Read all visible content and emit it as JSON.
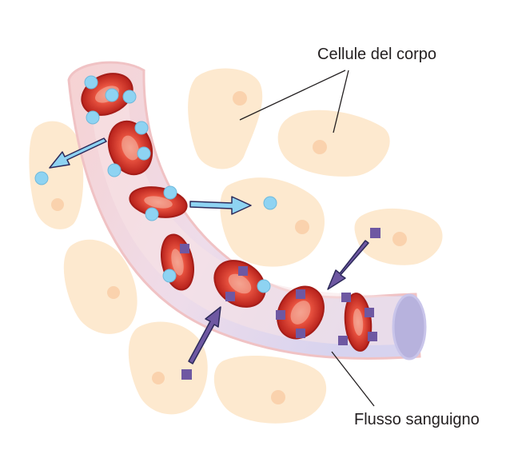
{
  "labels": {
    "body_cells": "Cellule del corpo",
    "blood_flow": "Flusso sanguigno"
  },
  "colors": {
    "body_cell_fill": "#fde9cf",
    "body_cell_nucleus": "#fad2ad",
    "vessel_wall": "#f2c7c7",
    "vessel_inner": "#f7e3e6",
    "vessel_end": "#b7b2dd",
    "red_cell_dark": "#c8261f",
    "red_cell_light": "#f08272",
    "oxygen": "#8ed3f2",
    "waste": "#6e58a2",
    "arrow_outline": "#2d2a5a",
    "leader_line": "#231f20"
  },
  "legend_items": {
    "oxygen_particle": "oxygen-circle",
    "waste_particle": "waste-square"
  }
}
